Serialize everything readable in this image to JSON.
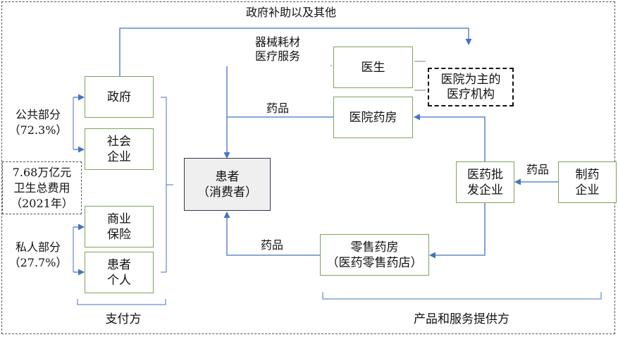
{
  "diagram": {
    "top_flow_label": "政府补助以及其他",
    "supply_label_lines": [
      "器械耗材",
      "医疗服务"
    ],
    "drug_label_hospital": "药品",
    "drug_label_wholesale": "药品",
    "drug_label_retail": "药品",
    "public_share_lines": [
      "公共部分",
      "（72.3%）"
    ],
    "private_share_lines": [
      "私人部分",
      "（27.7%）"
    ],
    "total_lines": [
      "7.68万亿元",
      "卫生总费用",
      "（2021年）"
    ],
    "payer_label": "支付方",
    "provider_label": "产品和服务提供方",
    "nodes": {
      "government": [
        "政府"
      ],
      "social_enterprise": [
        "社会",
        "企业"
      ],
      "commercial_insurance": [
        "商业",
        "保险"
      ],
      "patient_personal": [
        "患者",
        "个人"
      ],
      "patient": [
        "患者",
        "（消费者）"
      ],
      "doctor": [
        "医生"
      ],
      "hospital_institution": [
        "医院为主的",
        "医疗机构"
      ],
      "hospital_pharmacy": [
        "医院药房"
      ],
      "wholesaler": [
        "医药批",
        "发企业"
      ],
      "manufacturer": [
        "制药",
        "企业"
      ],
      "retail_pharmacy": [
        "零售药房",
        "（医药零售药店）"
      ]
    }
  }
}
